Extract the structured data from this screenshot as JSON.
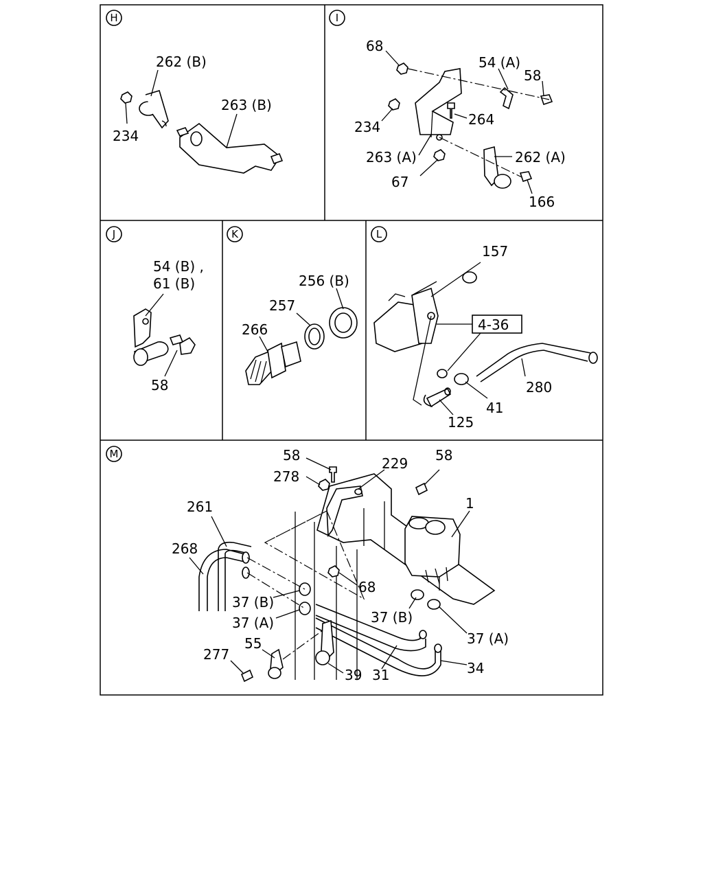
{
  "panels": {
    "H": {
      "letter": "H",
      "labels": {
        "p262b": "262 (B)",
        "p263b": "263 (B)",
        "p234": "234"
      }
    },
    "I": {
      "letter": "I",
      "labels": {
        "p68": "68",
        "p54a": "54 (A)",
        "p58": "58",
        "p264": "264",
        "p234": "234",
        "p263a": "263 (A)",
        "p262a": "262 (A)",
        "p67": "67",
        "p166": "166"
      }
    },
    "J": {
      "letter": "J",
      "labels": {
        "p54b": "54 (B) ,",
        "p61b": "61 (B)",
        "p58": "58"
      }
    },
    "K": {
      "letter": "K",
      "labels": {
        "p256b": "256 (B)",
        "p257": "257",
        "p266": "266"
      }
    },
    "L": {
      "letter": "L",
      "labels": {
        "p157": "157",
        "ref436": "4-36",
        "p280": "280",
        "p41": "41",
        "p125": "125"
      }
    },
    "M": {
      "letter": "M",
      "labels": {
        "p58a": "58",
        "p229": "229",
        "p58b": "58",
        "p278": "278",
        "p1": "1",
        "p261": "261",
        "p268": "268",
        "p68": "68",
        "p37b1": "37 (B)",
        "p37a1": "37 (A)",
        "p37b2": "37 (B)",
        "p37a2": "37 (A)",
        "p55": "55",
        "p277": "277",
        "p39": "39",
        "p31": "31",
        "p34": "34"
      }
    }
  }
}
